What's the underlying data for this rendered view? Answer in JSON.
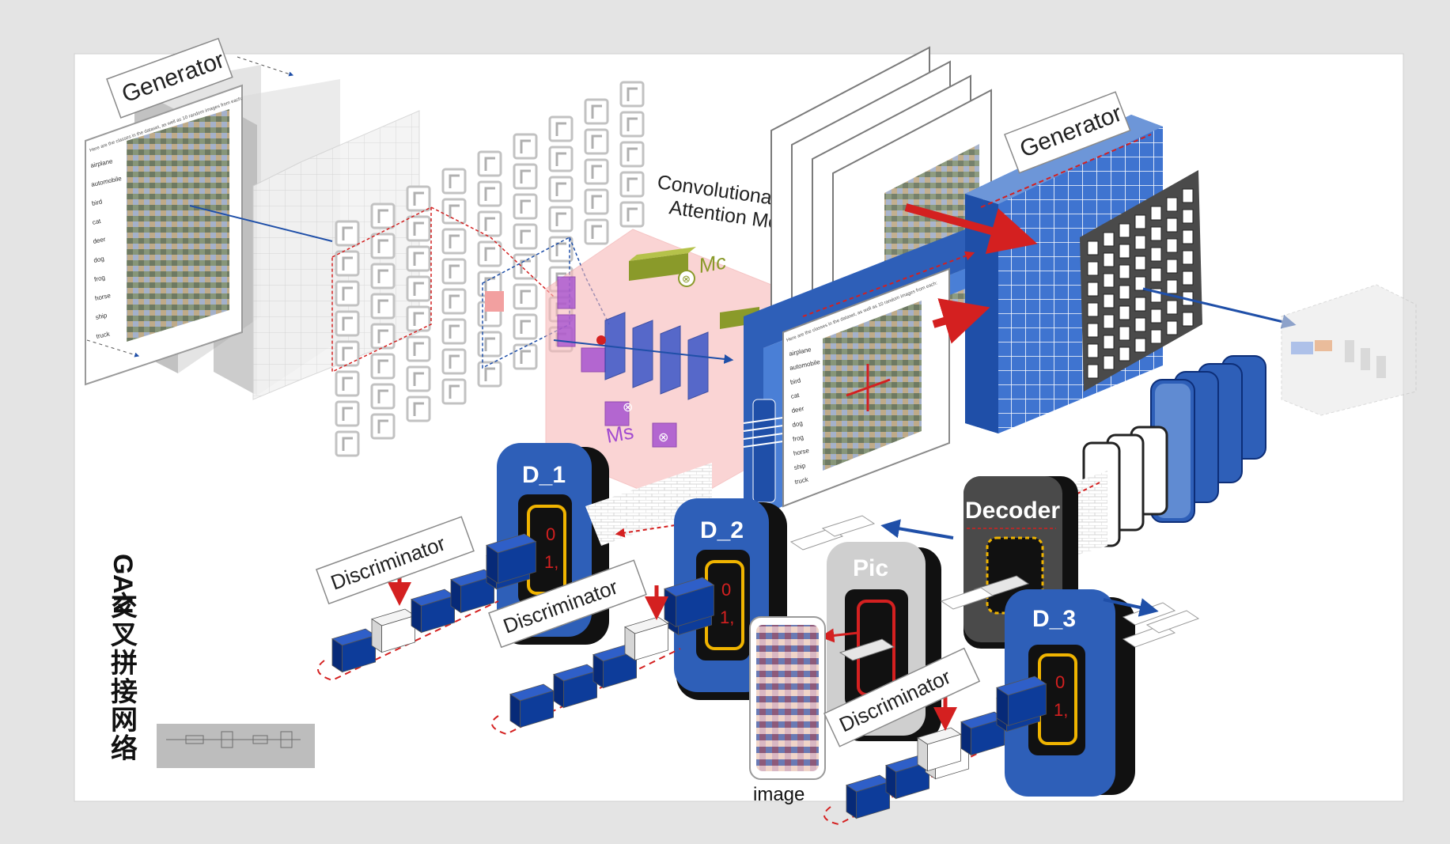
{
  "labels": {
    "generator_left": "Generator",
    "generator_right": "Generator",
    "cbam": [
      "Convolutional Block",
      "Attention Module"
    ],
    "mc": "Mc",
    "ms": "Ms",
    "d1": "D_1",
    "d2": "D_2",
    "d3": "D_3",
    "decoder": "Decoder",
    "pic": "Pic",
    "discriminator_1": "Discriminator",
    "discriminator_2": "Discriminator",
    "discriminator_3": "Discriminator",
    "image": "image",
    "title_vertical": "GAN交叉拼接网络",
    "zero": "0",
    "one": "1,"
  },
  "cifar_card": {
    "header": "Here are the classes in the dataset, as well as 10 random images from each:",
    "classes": [
      "airplane",
      "automobile",
      "bird",
      "cat",
      "deer",
      "dog",
      "frog",
      "horse",
      "ship",
      "truck"
    ]
  },
  "colors": {
    "blue": "#2e5fb8",
    "blue_light": "#6d96d8",
    "navy": "#0d3c9a",
    "red": "#d42020",
    "yellow": "#f0b400",
    "purple": "#a24bd0",
    "olive": "#8a9a2a",
    "pink": "#f7b9b9"
  }
}
